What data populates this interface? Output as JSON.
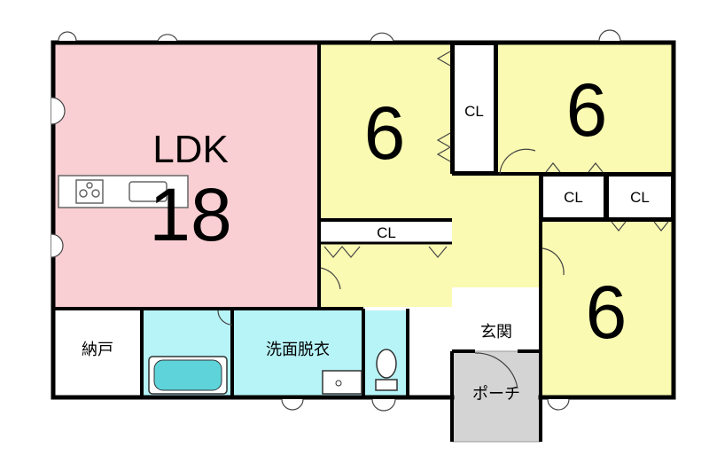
{
  "rooms": {
    "ldk": {
      "name": "LDK",
      "size": "18"
    },
    "bedroom_1": {
      "size": "6"
    },
    "bedroom_2": {
      "size": "6"
    },
    "bedroom_3": {
      "size": "6"
    },
    "storage": {
      "name": "納戸"
    },
    "washroom": {
      "name": "洗面脱衣"
    },
    "entrance": {
      "name": "玄関"
    },
    "porch": {
      "name": "ポーチ"
    }
  },
  "closets": {
    "cl1": "CL",
    "cl2": "CL",
    "cl3": "CL",
    "cl4": "CL"
  },
  "colors": {
    "ldk": "#f9cfd3",
    "bedroom": "#fafab2",
    "wet_area": "#b7f4f7",
    "porch": "#d4d4d4",
    "wall": "#000000"
  }
}
